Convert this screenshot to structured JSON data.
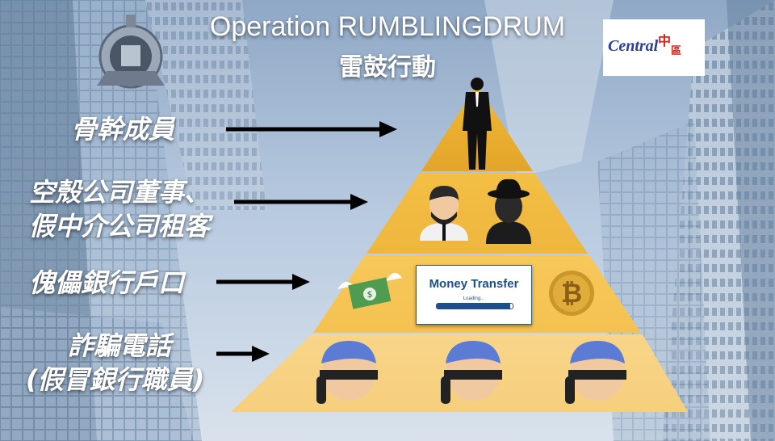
{
  "title": {
    "en": "Operation RUMBLINGDRUM",
    "zh": "雷鼓行動"
  },
  "labels": {
    "core_members": "骨幹成員",
    "shell_directors_line1": "空殼公司董事、",
    "shell_directors_line2": "假中介公司租客",
    "stooge_accounts": "傀儡銀行戶口",
    "scam_calls_line1": "詐騙電話",
    "scam_calls_line2": "(假冒銀行職員)"
  },
  "money_transfer": {
    "title": "Money Transfer",
    "loading": "Loading...",
    "progress": 0.97
  },
  "logo": {
    "text": "Central",
    "zh": "中",
    "zh_small": "區"
  },
  "icons": [
    "police-crest-icon",
    "businessman-icon",
    "masked-man-icon",
    "hat-man-icon",
    "flying-money-icon",
    "bitcoin-icon",
    "phone-thief-icon"
  ],
  "colors": {
    "tier1": "#e8b23a",
    "tier2": "#f1c04d",
    "tier3": "#f6cd6a",
    "tier4": "#f8d89a",
    "accent_blue": "#1d4f8c"
  }
}
